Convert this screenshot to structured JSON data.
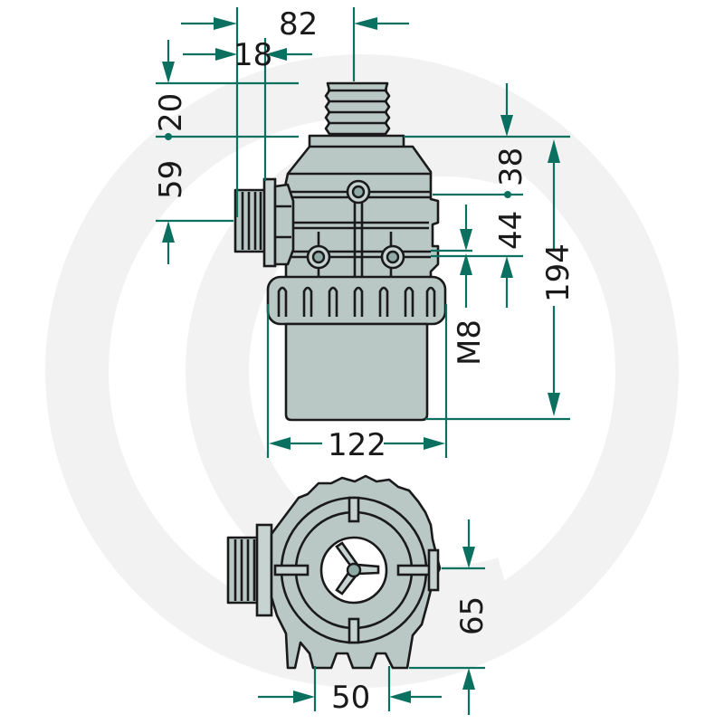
{
  "drawing": {
    "title": "Suction filter dimension drawing",
    "colors": {
      "dimension_line": "#0b7060",
      "part_fill": "#b9c8c5",
      "outline": "#1a1a1a",
      "watermark": "#f2f2f2"
    },
    "side_view": {
      "dimensions": {
        "overall_width_top": "82",
        "inlet_offset": "18",
        "top_thread_height": "20",
        "inlet_height": "59",
        "upper_section": "38",
        "middle_section": "44",
        "mount_thread": "M8",
        "total_height": "194",
        "bowl_width": "122"
      }
    },
    "bottom_view": {
      "dimensions": {
        "foot_spacing": "50",
        "outlet_height": "65"
      }
    }
  }
}
